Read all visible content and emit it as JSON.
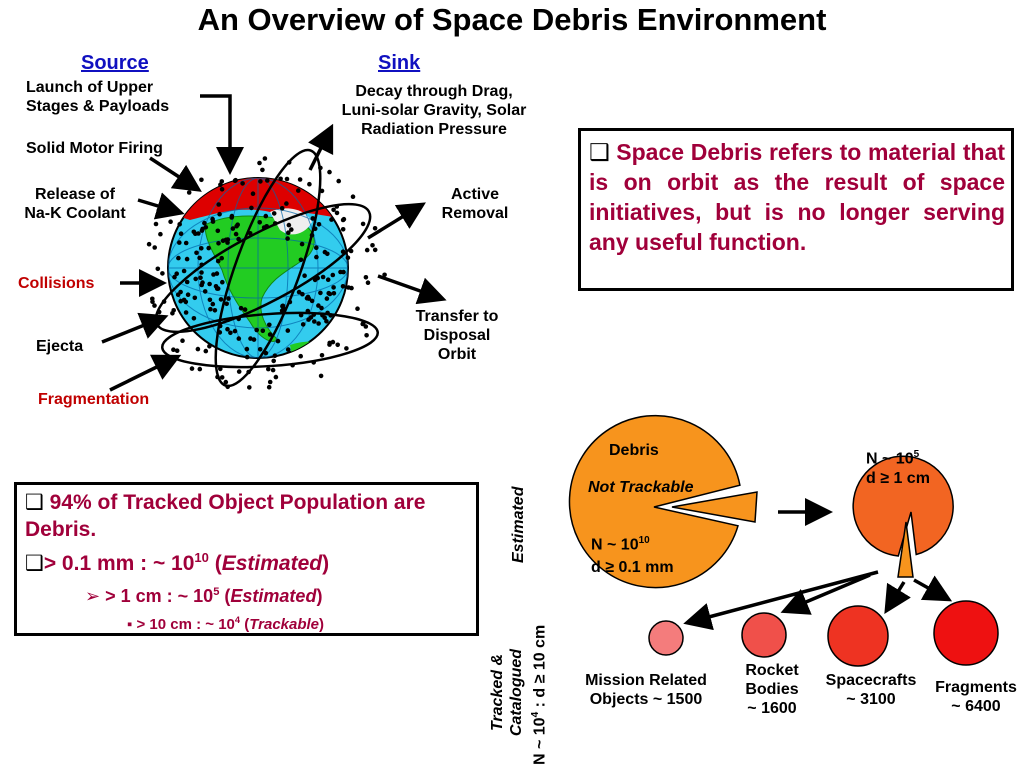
{
  "title": "An Overview of Space Debris Environment",
  "source_header": "Source",
  "sink_header": "Sink",
  "sources": {
    "launch": [
      "Launch of Upper",
      "Stages & Payloads"
    ],
    "solid_motor": "Solid Motor Firing",
    "release": [
      "Release of",
      "Na-K Coolant"
    ],
    "collisions": "Collisions",
    "ejecta": "Ejecta",
    "fragmentation": "Fragmentation"
  },
  "sinks": {
    "decay": [
      "Decay through Drag,",
      "Luni-solar Gravity, Solar",
      "Radiation Pressure"
    ],
    "active_removal": [
      "Active",
      "Removal"
    ],
    "transfer": [
      "Transfer to",
      "Disposal",
      "Orbit"
    ]
  },
  "definition": {
    "bullet": "❑",
    "text": "Space Debris refers to material that is on orbit as the result of space initiatives, but is no longer serving any useful function."
  },
  "stats": {
    "line1_bullet": "❑",
    "line1": "94% of Tracked Object Population are Debris.",
    "line2_bullet": "❑",
    "line2_prefix": "> 0.1 mm : ~ 10",
    "line2_exp": "10",
    "line2_mid": " (",
    "line2_em": "Estimated",
    "line2_end": ")",
    "line3_bullet": "➢",
    "line3_prefix": "> 1 cm : ~ 10",
    "line3_exp": "5",
    "line3_mid": " (",
    "line3_em": "Estimated",
    "line3_end": ")",
    "line4_bullet": "▪",
    "line4_prefix": "> 10 cm : ~ 10",
    "line4_exp": "4",
    "line4_mid": " (",
    "line4_em": "Trackable",
    "line4_end": ")"
  },
  "pie_big": {
    "label": "Debris",
    "sub": "Not Trackable",
    "n_prefix": "N ~ 10",
    "n_exp": "10",
    "d": "d ≥ 0.1 mm"
  },
  "pie_small": {
    "n_prefix": "N ~ 10",
    "n_exp": "5",
    "d": "d ≥ 1 cm"
  },
  "side_estimated": "Estimated",
  "side_tracked": [
    "Tracked &",
    "Catalogued"
  ],
  "side_n": {
    "prefix": "N ~ 10",
    "exp": "4",
    "mid": " : ",
    "rest": "d ≥ 10 cm"
  },
  "categories": {
    "mission": [
      "Mission Related",
      "Objects ~ 1500"
    ],
    "rocket": [
      "Rocket",
      "Bodies",
      "~ 1600"
    ],
    "spacecraft": [
      "Spacecrafts",
      "~ 3100"
    ],
    "fragments": [
      "Fragments",
      "~ 6400"
    ]
  },
  "colors": {
    "orange": "#f7941d",
    "orange_dark": "#f26522",
    "ocean": "#33ccee",
    "land": "#22cc22",
    "ice": "#dd0000"
  }
}
